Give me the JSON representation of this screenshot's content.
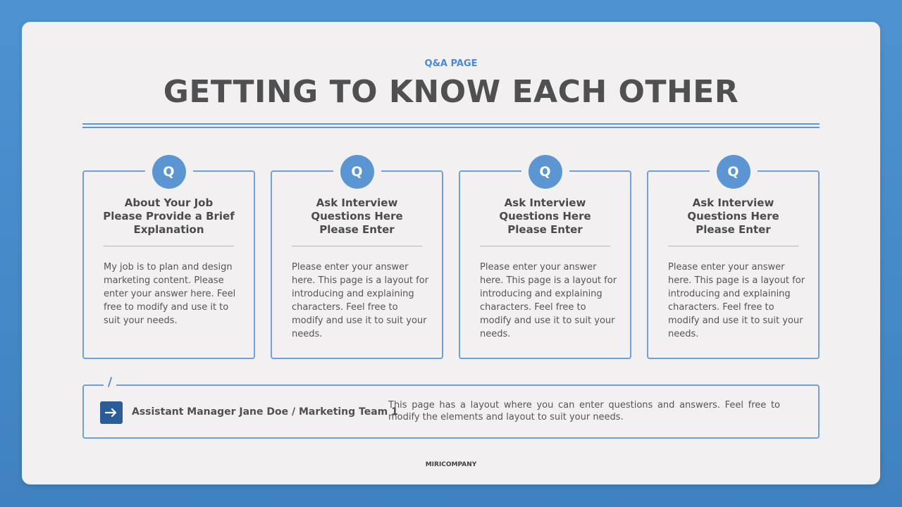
{
  "header": {
    "eyebrow": "Q&A PAGE",
    "title": "GETTING TO KNOW EACH OTHER"
  },
  "cards": [
    {
      "badge": "Q",
      "question": "About Your Job\nPlease Provide a Brief\nExplanation",
      "answer": "My job is to plan and design marketing content. Please enter your answer here. Feel free to modify and use it to suit your needs."
    },
    {
      "badge": "Q",
      "question": "Ask Interview\nQuestions Here\nPlease Enter",
      "answer": "Please enter your answer here. This page is a layout for introducing and explaining characters. Feel free to modify and use it to suit your needs."
    },
    {
      "badge": "Q",
      "question": "Ask Interview\nQuestions Here\nPlease Enter",
      "answer": "Please enter your answer here. This page is a layout for introducing and explaining characters. Feel free to modify and use it to suit your needs."
    },
    {
      "badge": "Q",
      "question": "Ask Interview\nQuestions Here\nPlease Enter",
      "answer": "Please enter your answer here. This page is a layout for introducing and explaining characters. Feel free to modify and use it to suit your needs."
    }
  ],
  "footer": {
    "slash": "/",
    "icon": "arrow-right-icon",
    "name": "Assistant Manager Jane Doe / Marketing Team 1",
    "description": "This page has a layout where you can enter questions and answers. Feel free to modify the elements and layout to suit your needs."
  },
  "brand": "MIRICOMPANY",
  "colors": {
    "accent": "#5b96d2",
    "dark_accent": "#2a5c97",
    "title_text": "#505052"
  }
}
